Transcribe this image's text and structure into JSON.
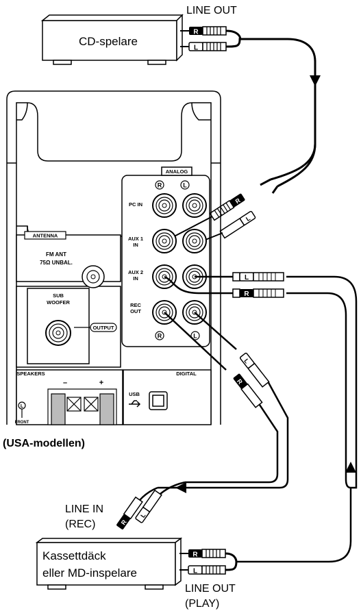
{
  "devices": {
    "cd_player": {
      "name": "CD-spelare",
      "output_label": "LINE OUT"
    },
    "recorder": {
      "name_line1": "Kassettdäck",
      "name_line2": "eller MD-inspelare",
      "input_label_line1": "LINE IN",
      "input_label_line2": "(REC)",
      "output_label_line1": "LINE OUT",
      "output_label_line2": "(PLAY)"
    }
  },
  "unit": {
    "model_caption": "(USA-modellen)",
    "analog_label": "ANALOG",
    "antenna_label": "ANTENNA",
    "fm_label_line1": "FM ANT",
    "fm_label_line2": "75Ω UNBAL.",
    "subwoofer_line1": "SUB",
    "subwoofer_line2": "WOOFER",
    "output_label": "OUTPUT",
    "speakers_label": "SPEAKERS",
    "digital_label": "DIGITAL",
    "usb_label": "USB",
    "front_label": "FRONT",
    "minus": "–",
    "plus": "+",
    "pc_in": "PC IN",
    "aux1_line1": "AUX 1",
    "aux1_line2": "IN",
    "aux2_line1": "AUX 2",
    "aux2_line2": "IN",
    "rec_line1": "REC",
    "rec_line2": "OUT",
    "r_mark": "R",
    "l_mark": "L"
  },
  "plugs": {
    "right": "R",
    "left": "L"
  }
}
